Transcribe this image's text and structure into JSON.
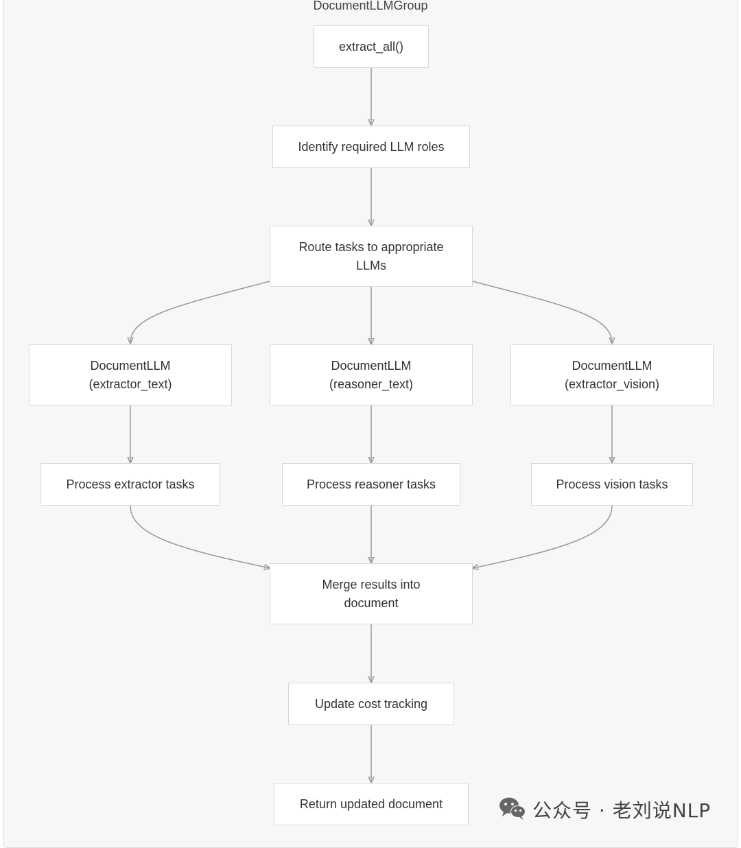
{
  "group": {
    "title": "DocumentLLMGroup"
  },
  "nodes": {
    "extract_all": "extract_all()",
    "identify_roles": "Identify required LLM roles",
    "route_tasks": "Route tasks to appropriate LLMs",
    "llm_extractor_text": "DocumentLLM (extractor_text)",
    "llm_reasoner_text": "DocumentLLM (reasoner_text)",
    "llm_extractor_vision": "DocumentLLM (extractor_vision)",
    "process_extractor": "Process extractor tasks",
    "process_reasoner": "Process reasoner tasks",
    "process_vision": "Process vision tasks",
    "merge_results": "Merge results into document",
    "update_cost": "Update cost tracking",
    "return_document": "Return updated document"
  },
  "watermark": {
    "text": "公众号 · 老刘说NLP",
    "icon": "wechat-icon"
  },
  "colors": {
    "edge": "#999999",
    "node_border": "#d8d8d8",
    "background": "#f7f7f7"
  }
}
